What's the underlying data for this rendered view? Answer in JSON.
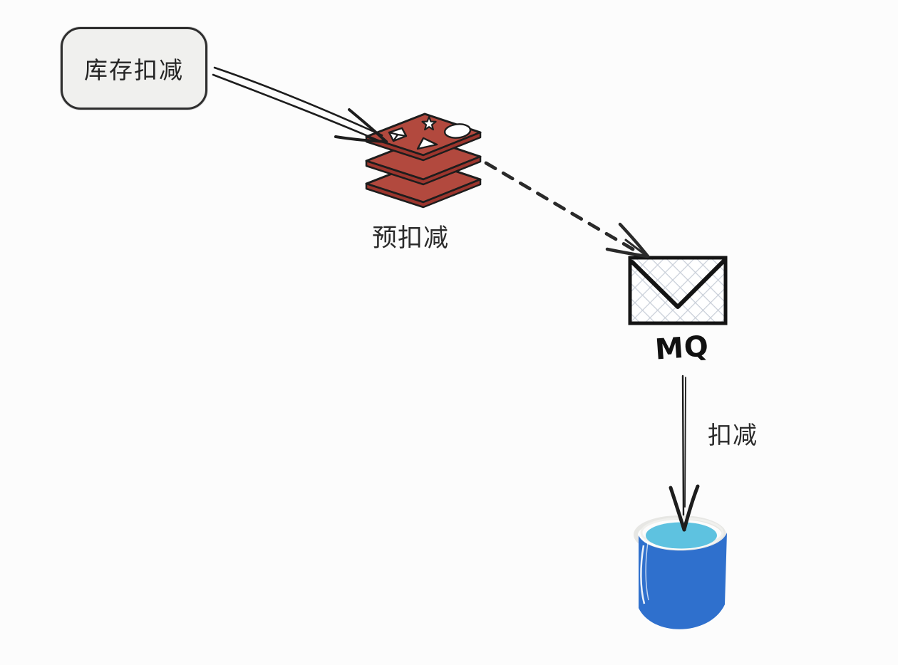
{
  "diagram": {
    "nodes": {
      "inventory_box": {
        "label": "库存扣减",
        "shape": "rounded-rectangle",
        "fill": "#f0f0ee",
        "stroke": "#2e2e2e"
      },
      "redis_cache": {
        "label": "预扣减",
        "icon": "redis-stack-icon",
        "color": "#b2493e",
        "shadow_color": "#9c352d"
      },
      "message_queue": {
        "label": "MQ",
        "icon": "envelope-icon",
        "hatch_color": "#c8ced8"
      },
      "database": {
        "icon": "database-cylinder-icon",
        "body_color": "#2f70cd",
        "top_color": "#5ec2e0"
      }
    },
    "edges": [
      {
        "from": "inventory_box",
        "to": "redis_cache",
        "style": "solid-arrow",
        "label": ""
      },
      {
        "from": "redis_cache",
        "to": "message_queue",
        "style": "dashed-arrow",
        "label": ""
      },
      {
        "from": "message_queue",
        "to": "database",
        "style": "solid-arrow",
        "label": "扣减"
      }
    ],
    "colors": {
      "background": "#fcfcfc",
      "ink": "#1d1d1d"
    }
  }
}
